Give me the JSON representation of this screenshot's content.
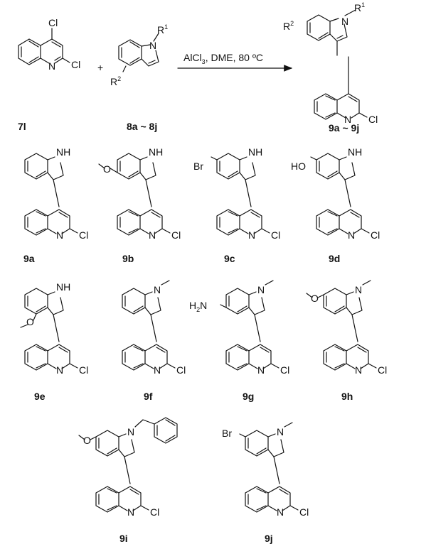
{
  "atoms": {
    "cl": "Cl",
    "n": "N",
    "nh": "NH",
    "r1": "R",
    "r2": "R",
    "sup1": "1",
    "sup2": "2",
    "br": "Br",
    "ho": "HO",
    "h2n": "H",
    "h2n_sub": "2",
    "h2n_n": "N",
    "plus": "+"
  },
  "conditions": {
    "reagent": "AlCl",
    "reagent_sub": "3",
    "rest": ", DME, 80 ºC"
  },
  "labels": {
    "7l": "7l",
    "8": "8a ~ 8j",
    "9": "9a ~ 9j",
    "9a": "9a",
    "9b": "9b",
    "9c": "9c",
    "9d": "9d",
    "9e": "9e",
    "9f": "9f",
    "9g": "9g",
    "9h": "9h",
    "9i": "9i",
    "9j": "9j"
  }
}
